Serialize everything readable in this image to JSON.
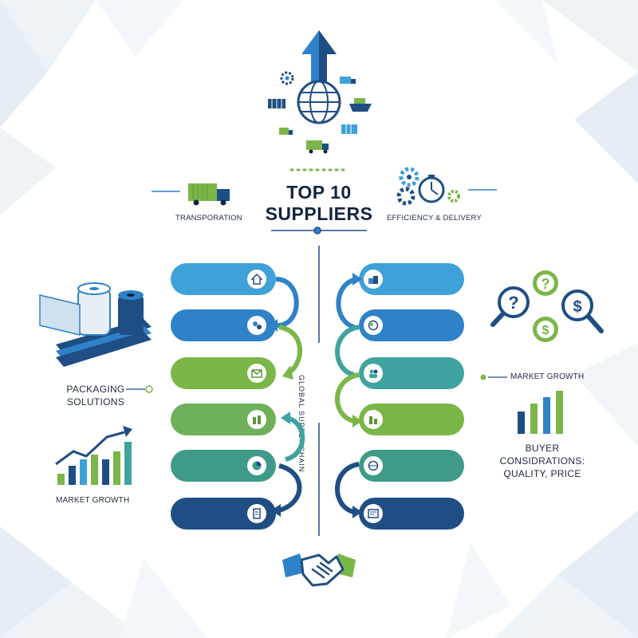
{
  "header": {
    "title_line1": "TOP 10",
    "title_line2": "SUPPLIERS"
  },
  "labels": {
    "transportation": "TRANSPORATION",
    "efficiency": "EFFICIENCY & DELIVERY",
    "packaging": "PACKAGING\nSOLUTIONS",
    "market_growth_left": "MARKET GROWTH",
    "market_growth_right": "MARKET GROWTH",
    "buyer": "BUYER\nCONSIDRATIONS:\nQUALITY, PRICE",
    "center_vertical": "GLOBAL SUPPLY CHAIN"
  },
  "supplier_rows": {
    "left": [
      "row-1",
      "row-2",
      "row-3",
      "row-4",
      "row-5",
      "row-6"
    ],
    "right": [
      "row-1",
      "row-2",
      "row-3",
      "row-4",
      "row-5",
      "row-6"
    ]
  },
  "colors": {
    "navy": "#1f4e85",
    "blue": "#2e82c8",
    "light_blue": "#3ea2d8",
    "teal": "#3fa3a0",
    "green": "#7ab648",
    "dark": "#13233f"
  },
  "icons": [
    "upload-arrow-icon",
    "globe-icon",
    "truck-icon",
    "ship-icon",
    "gear-icon",
    "stopwatch-icon",
    "magnifier-question-icon",
    "dollar-icon",
    "handshake-icon",
    "bar-chart-icon",
    "packaging-roll-icon"
  ]
}
